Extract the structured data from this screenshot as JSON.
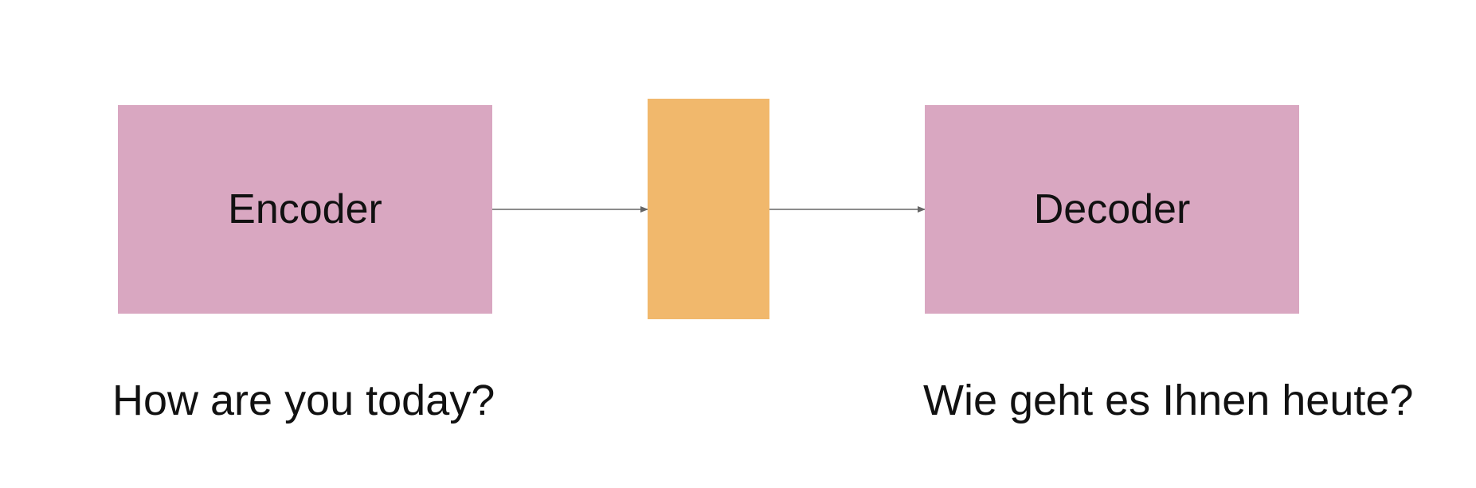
{
  "nodes": {
    "encoder": {
      "label": "Encoder"
    },
    "context_vector": {
      "label": ""
    },
    "decoder": {
      "label": "Decoder"
    }
  },
  "captions": {
    "source": "How are you today?",
    "target": "Wie geht es Ihnen heute?"
  },
  "edges": [
    {
      "from": "encoder",
      "to": "context_vector"
    },
    {
      "from": "context_vector",
      "to": "decoder"
    }
  ],
  "colors": {
    "encoder_decoder_fill": "#d9a7c1",
    "context_fill": "#f1b86c",
    "arrow": "#666666",
    "text": "#111111"
  }
}
